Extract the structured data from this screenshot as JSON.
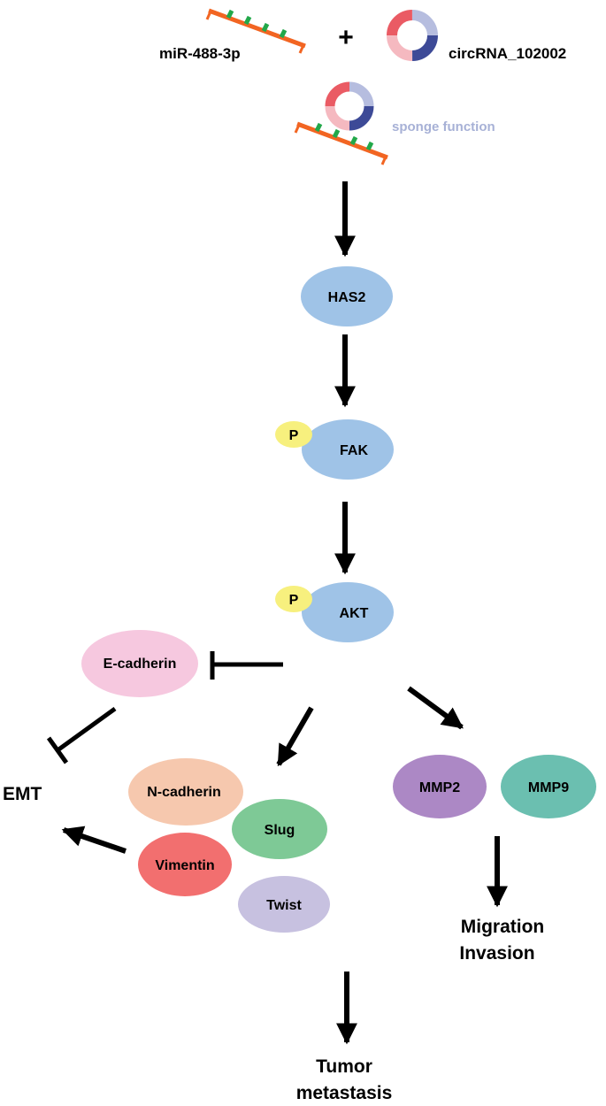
{
  "labels": {
    "mirna": "miR-488-3p",
    "plus": "+",
    "circrna": "circRNA_102002",
    "sponge": "sponge function",
    "phospho": "P",
    "emt": "EMT",
    "outcome_mmp_line1": "Migration",
    "outcome_mmp_line2": "Invasion",
    "outcome_final_line1": "Tumor",
    "outcome_final_line2": "metastasis"
  },
  "nodes": {
    "has2": "HAS2",
    "fak": "FAK",
    "akt": "AKT",
    "ecadherin": "E-cadherin",
    "ncadherin": "N-cadherin",
    "slug": "Slug",
    "vimentin": "Vimentin",
    "twist": "Twist",
    "mmp2": "MMP2",
    "mmp9": "MMP9"
  },
  "colors": {
    "protein": "#9fc3e7",
    "phospho": "#f7f07e",
    "ecadherin": "#f6c8df",
    "ncadherin": "#f6c8ae",
    "slug": "#7ec996",
    "vimentin": "#f26f6f",
    "twist": "#c7c1e0",
    "mmp2": "#ac88c5",
    "mmp9": "#6bbfb0",
    "mirna_strand": "#f26522",
    "mirna_teeth": "#22a84a",
    "circ_red": "#ea5b64",
    "circ_pink": "#f5b9c0",
    "circ_blue": "#3d4a97",
    "circ_lightblue": "#b6bddf",
    "sponge_text": "#a7b1d6"
  }
}
